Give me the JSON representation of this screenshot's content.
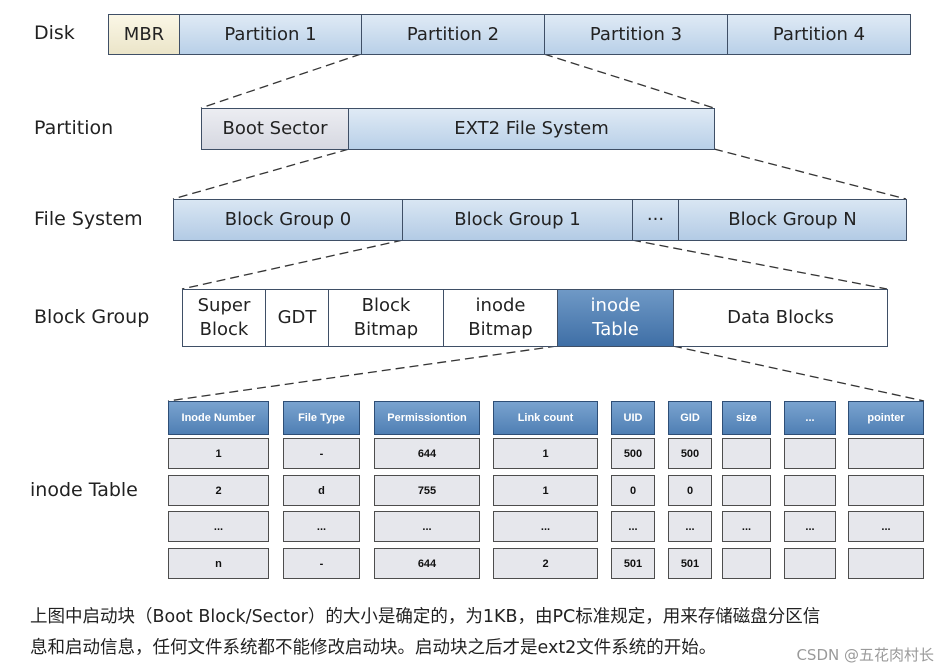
{
  "labels": {
    "disk": "Disk",
    "partition": "Partition",
    "file_system": "File System",
    "block_group": "Block Group",
    "inode_table": "inode Table"
  },
  "disk_row": [
    "MBR",
    "Partition 1",
    "Partition 2",
    "Partition 3",
    "Partition 4"
  ],
  "partition_row": [
    "Boot Sector",
    "EXT2 File System"
  ],
  "fs_row": [
    "Block Group 0",
    "Block Group 1",
    "···",
    "Block Group N"
  ],
  "bg_row": [
    [
      "Super",
      "Block"
    ],
    [
      "GDT"
    ],
    [
      "Block",
      "Bitmap"
    ],
    [
      "inode",
      "Bitmap"
    ],
    [
      "inode",
      "Table"
    ],
    [
      "Data Blocks"
    ]
  ],
  "inode_table": {
    "headers": [
      "Inode Number",
      "File Type",
      "Permissiontion",
      "Link count",
      "UID",
      "GID",
      "size",
      "...",
      "pointer"
    ],
    "rows": [
      [
        "1",
        "-",
        "644",
        "1",
        "500",
        "500",
        "",
        "",
        ""
      ],
      [
        "2",
        "d",
        "755",
        "1",
        "0",
        "0",
        "",
        "",
        ""
      ],
      [
        "...",
        "...",
        "...",
        "...",
        "...",
        "...",
        "...",
        "...",
        "..."
      ],
      [
        "n",
        "-",
        "644",
        "2",
        "501",
        "501",
        "",
        "",
        ""
      ]
    ]
  },
  "caption": {
    "line1": "上图中启动块（Boot Block/Sector）的大小是确定的，为1KB，由PC标准规定，用来存储磁盘分区信",
    "line2": "息和启动信息，任何文件系统都不能修改启动块。启动块之后才是ext2文件系统的开始。"
  },
  "watermark": "CSDN @五花肉村长"
}
